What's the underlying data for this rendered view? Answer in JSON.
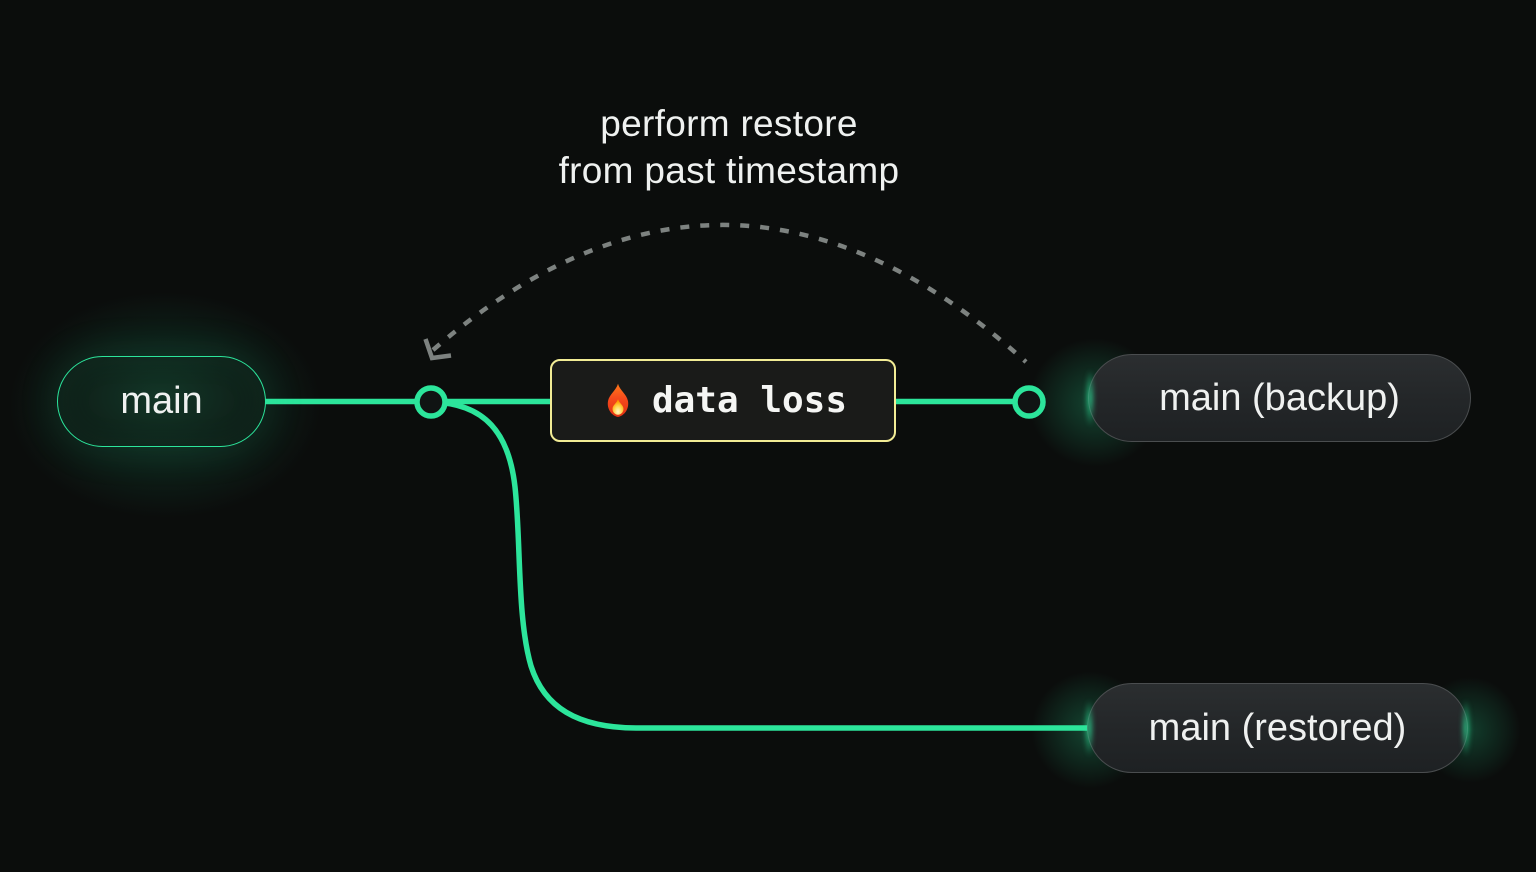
{
  "diagram": {
    "annotation": {
      "line1": "perform restore",
      "line2": "from past timestamp"
    },
    "nodes": {
      "main": {
        "label": "main"
      },
      "backup": {
        "label": "main (backup)"
      },
      "restored": {
        "label": "main (restored)"
      }
    },
    "event": {
      "label": "data loss",
      "icon": "fire-icon"
    },
    "colors": {
      "background": "#0b0d0c",
      "branch_green": "#2ce59b",
      "warning_yellow": "#f2ec95",
      "arrow_gray": "#7d8280",
      "node_fill": "#232628",
      "node_border": "#4a4d4f",
      "text_primary": "#eff1f0"
    }
  }
}
